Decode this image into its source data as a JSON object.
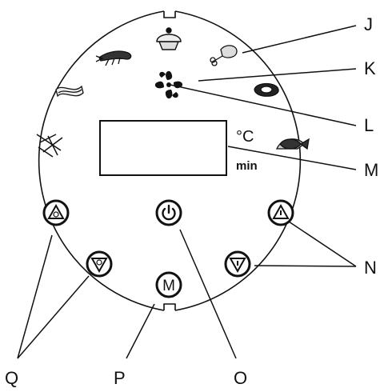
{
  "display": {
    "unit_celsius": "°C",
    "unit_minutes": "min"
  },
  "callouts": {
    "J": "J",
    "K": "K",
    "L": "L",
    "M": "M",
    "N": "N",
    "O": "O",
    "P": "P",
    "Q": "Q"
  },
  "icons": {
    "food": [
      "fries-icon",
      "bacon-icon",
      "shrimp-icon",
      "cake-icon",
      "drumstick-icon",
      "steak-icon",
      "fish-icon"
    ],
    "indicator": "fan-icon",
    "buttons": [
      "timer-up-button",
      "timer-down-button",
      "power-button",
      "menu-button",
      "temp-up-button",
      "temp-down-button"
    ]
  },
  "menu_button_glyph": "M"
}
